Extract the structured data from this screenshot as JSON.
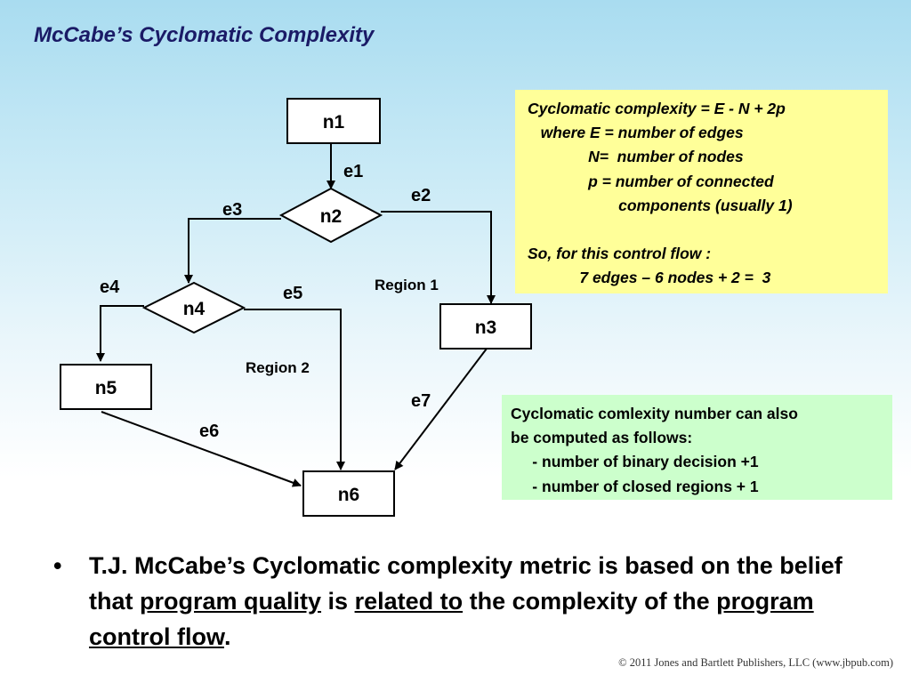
{
  "title": "McCabe’s Cyclomatic Complexity",
  "nodes": {
    "n1": "n1",
    "n2": "n2",
    "n3": "n3",
    "n4": "n4",
    "n5": "n5",
    "n6": "n6"
  },
  "edges": {
    "e1": "e1",
    "e2": "e2",
    "e3": "e3",
    "e4": "e4",
    "e5": "e5",
    "e6": "e6",
    "e7": "e7"
  },
  "regions": {
    "region1": "Region 1",
    "region2": "Region 2"
  },
  "formula_box": {
    "lines": [
      "Cyclomatic complexity = E - N + 2p",
      "   where E = number of edges",
      "              N=  number of nodes",
      "              p = number of connected",
      "                     components (usually 1)",
      "",
      "So, for this control flow :",
      "            7 edges – 6 nodes + 2 =  3"
    ]
  },
  "alt_box": {
    "lines": [
      "Cyclomatic comlexity number can also",
      "be computed as follows:",
      "     - number of binary decision +1",
      "     - number of closed regions + 1"
    ]
  },
  "bullet": {
    "symbol": "•",
    "part1": "T.J. McCabe’s Cyclomatic complexity metric is based on the belief that ",
    "u1": "program quality",
    "part2": " is ",
    "u2": "related to",
    "part3": " the complexity of the ",
    "u3": "program control flow",
    "part4": "."
  },
  "footer": "© 2011 Jones and Bartlett Publishers, LLC (www.jbpub.com)"
}
